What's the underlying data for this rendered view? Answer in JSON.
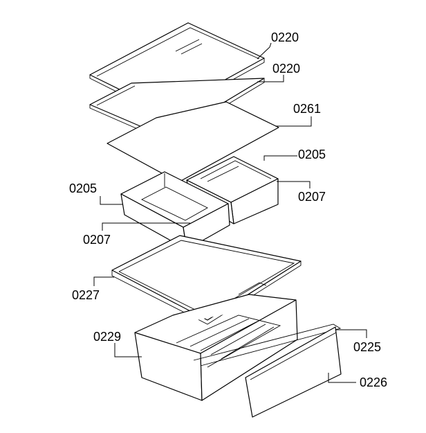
{
  "callouts": [
    {
      "id": "glass-shelf-top",
      "label": "0220"
    },
    {
      "id": "glass-shelf-second",
      "label": "0220"
    },
    {
      "id": "cover-plate",
      "label": "0261"
    },
    {
      "id": "box-right",
      "label": "0205"
    },
    {
      "id": "box-right-lid",
      "label": "0207"
    },
    {
      "id": "box-left",
      "label": "0205"
    },
    {
      "id": "box-left-lid",
      "label": "0207"
    },
    {
      "id": "frame",
      "label": "0227"
    },
    {
      "id": "drawer",
      "label": "0229"
    },
    {
      "id": "drawer-rail",
      "label": "0225"
    },
    {
      "id": "drawer-front",
      "label": "0226"
    }
  ]
}
